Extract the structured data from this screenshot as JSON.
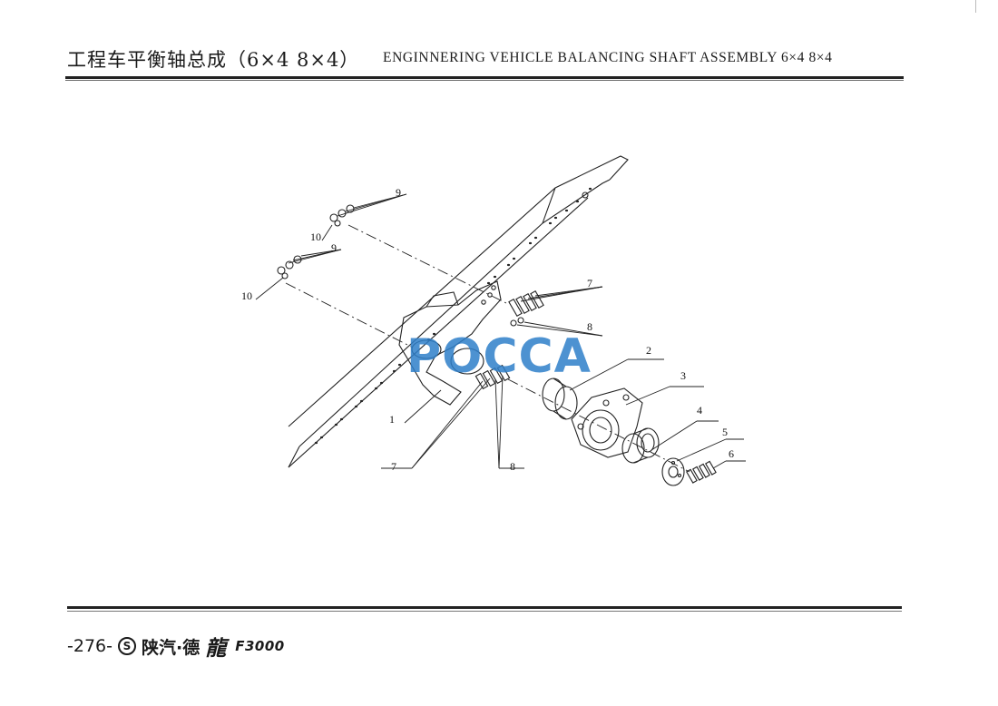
{
  "header": {
    "title_cn": "工程车平衡轴总成（6×4 8×4）",
    "title_en": "ENGINNERING VEHICLE BALANCING SHAFT ASSEMBLY 6×4 8×4"
  },
  "diagram": {
    "callouts": [
      {
        "id": "1",
        "label": "1"
      },
      {
        "id": "2",
        "label": "2"
      },
      {
        "id": "3",
        "label": "3"
      },
      {
        "id": "4",
        "label": "4"
      },
      {
        "id": "5",
        "label": "5"
      },
      {
        "id": "6",
        "label": "6"
      },
      {
        "id": "7a",
        "label": "7"
      },
      {
        "id": "7b",
        "label": "7"
      },
      {
        "id": "8a",
        "label": "8"
      },
      {
        "id": "8b",
        "label": "8"
      },
      {
        "id": "9a",
        "label": "9"
      },
      {
        "id": "9b",
        "label": "9"
      },
      {
        "id": "10a",
        "label": "10"
      },
      {
        "id": "10b",
        "label": "10"
      }
    ],
    "watermark": "POCCA"
  },
  "footer": {
    "page_number": "-276-",
    "logo_symbol": "S",
    "brand_cn": "陕汽·德",
    "brand_mark": "龍",
    "brand_model": "F3000"
  },
  "colors": {
    "ink": "#1a1a1a",
    "watermark": "#2f7fc9"
  }
}
